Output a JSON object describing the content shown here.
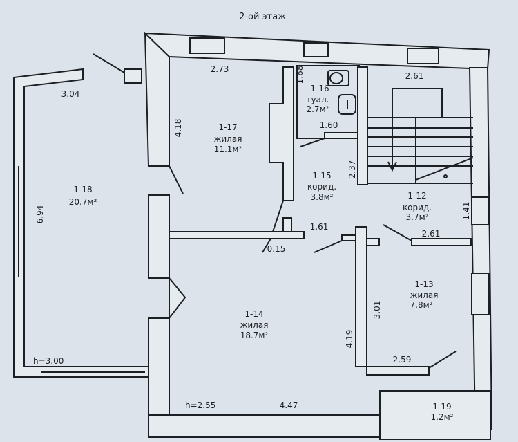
{
  "title": "2-ой этаж",
  "rooms": [
    {
      "id": "1-18",
      "type": "",
      "area": "20.7м²"
    },
    {
      "id": "1-17",
      "type": "жилая",
      "area": "11.1м²"
    },
    {
      "id": "1-16",
      "type": "туал.",
      "area": "2.7м²"
    },
    {
      "id": "1-15",
      "type": "корид.",
      "area": "3.8м²"
    },
    {
      "id": "1-12",
      "type": "корид.",
      "area": "3.7м²"
    },
    {
      "id": "1-13",
      "type": "жилая",
      "area": "7.8м²"
    },
    {
      "id": "1-14",
      "type": "жилая",
      "area": "18.7м²"
    },
    {
      "id": "1-19",
      "type": "",
      "area": "1.2м²"
    }
  ],
  "dimensions": {
    "d304": "3.04",
    "d694": "6.94",
    "h300": "h=3.00",
    "d273": "2.73",
    "d418": "4.18",
    "d168": "1.68",
    "d160": "1.60",
    "d237": "2.37",
    "d261a": "2.61",
    "d141": "1.41",
    "d161": "1.61",
    "d015": "0.15",
    "d261b": "2.61",
    "d301": "3.01",
    "d419": "4.19",
    "d259": "2.59",
    "h255": "h=2.55",
    "d447": "4.47"
  }
}
